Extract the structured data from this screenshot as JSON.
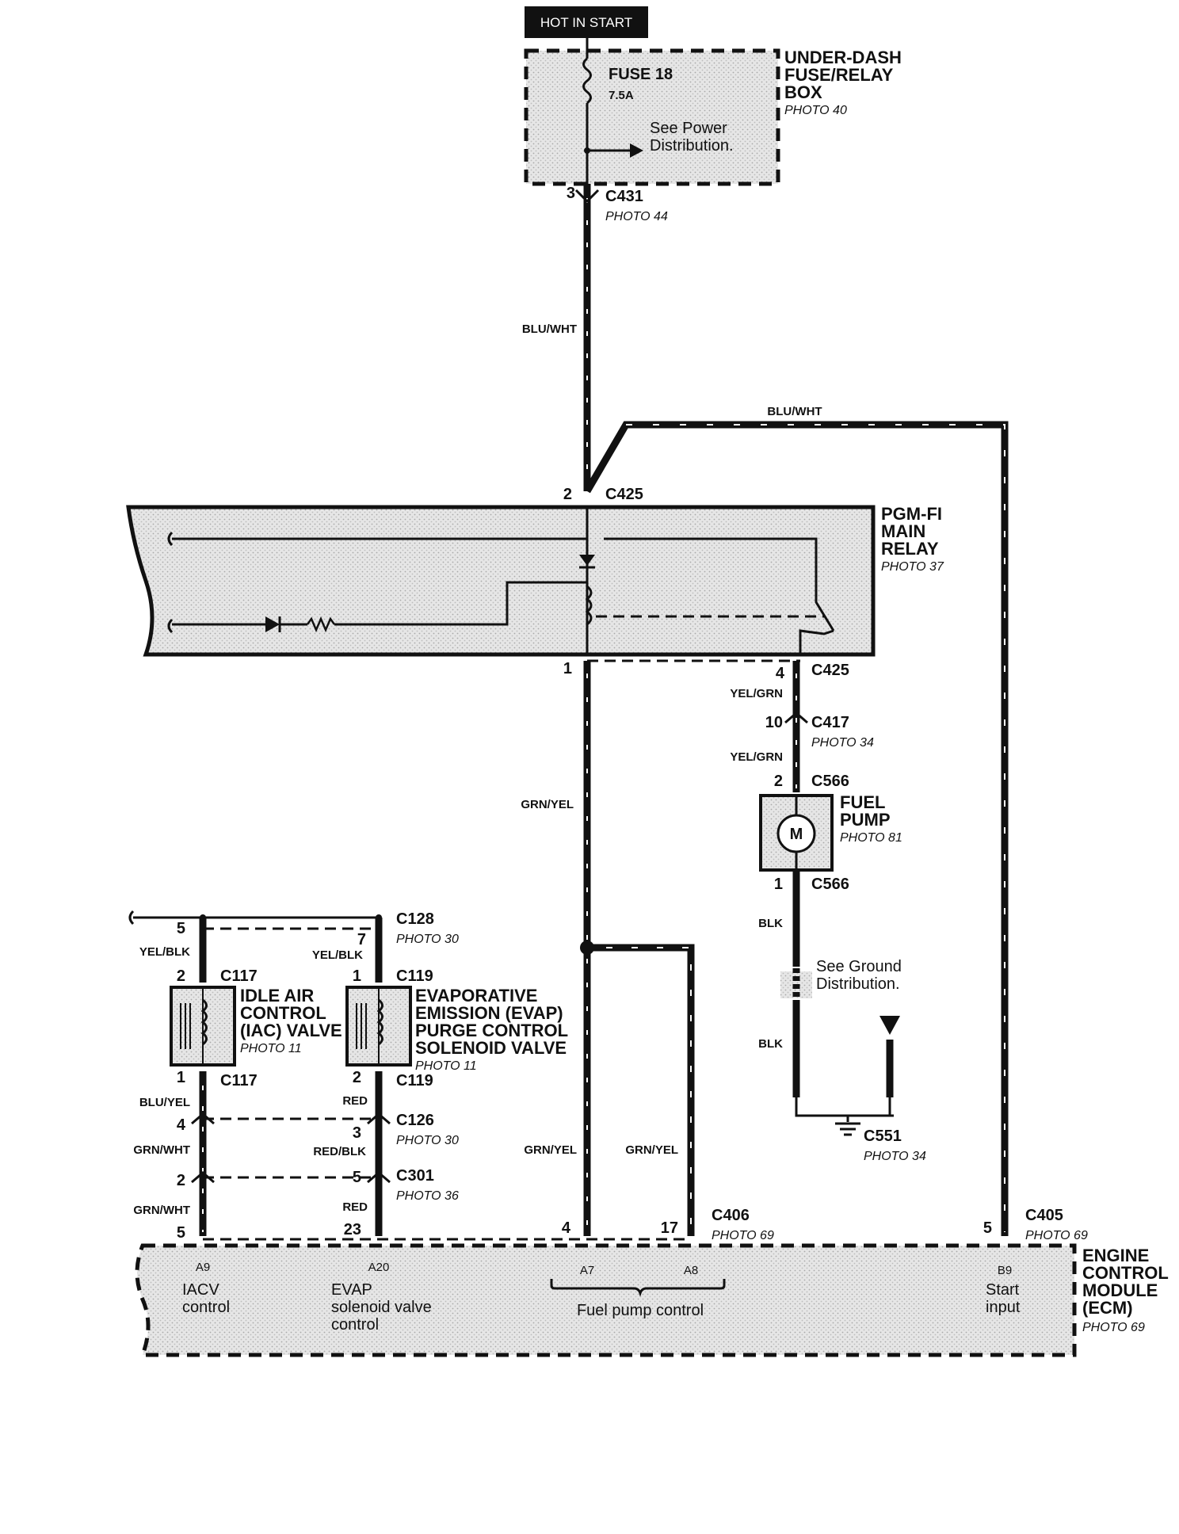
{
  "power_source": {
    "label": "HOT IN START"
  },
  "fuse_box": {
    "name_lines": [
      "UNDER-DASH",
      "FUSE/RELAY",
      "BOX"
    ],
    "photo": "PHOTO 40",
    "fuse_name": "FUSE 18",
    "fuse_rating": "7.5A",
    "see_note_lines": [
      "See Power",
      "Distribution."
    ]
  },
  "c431": {
    "pin": "3",
    "name": "C431",
    "photo": "PHOTO 44"
  },
  "wires": {
    "blu_wht_left": "BLU/WHT",
    "blu_wht_top": "BLU/WHT",
    "grn_yel_main": "GRN/YEL",
    "grn_yel_a7": "GRN/YEL",
    "grn_yel_a8": "GRN/YEL",
    "yel_grn_1": "YEL/GRN",
    "yel_grn_2": "YEL/GRN",
    "blk_1": "BLK",
    "blk_2": "BLK",
    "yel_blk_iac": "YEL/BLK",
    "yel_blk_evap": "YEL/BLK",
    "blu_yel": "BLU/YEL",
    "red_1": "RED",
    "red_blk": "RED/BLK",
    "red_2": "RED",
    "grn_wht_1": "GRN/WHT",
    "grn_wht_2": "GRN/WHT"
  },
  "main_relay": {
    "name_lines": [
      "PGM-FI",
      "MAIN",
      "RELAY"
    ],
    "photo": "PHOTO 37",
    "pin_top": "2",
    "conn_top": "C425",
    "pin_bottom_left": "1",
    "pin_bottom_right": "4",
    "conn_bottom": "C425"
  },
  "c417": {
    "pin": "10",
    "name": "C417",
    "photo": "PHOTO 34"
  },
  "fuel_pump": {
    "name_lines": [
      "FUEL",
      "PUMP"
    ],
    "photo": "PHOTO 81",
    "pin_top": "2",
    "conn_top": "C566",
    "pin_bottom": "1",
    "conn_bottom": "C566",
    "motor_symbol": "M"
  },
  "ground_note_lines": [
    "See Ground",
    "Distribution."
  ],
  "c551": {
    "name": "C551",
    "photo": "PHOTO 34"
  },
  "c128": {
    "pin_iac": "5",
    "pin_evap": "7",
    "name": "C128",
    "photo": "PHOTO 30"
  },
  "iac_valve": {
    "pin_top": "2",
    "conn_top": "C117",
    "name_lines": [
      "IDLE AIR",
      "CONTROL",
      "(IAC) VALVE"
    ],
    "photo": "PHOTO 11",
    "pin_bottom": "1",
    "conn_bottom": "C117"
  },
  "evap_valve": {
    "pin_top": "1",
    "conn_top": "C119",
    "name_lines": [
      "EVAPORATIVE",
      "EMISSION (EVAP)",
      "PURGE CONTROL",
      "SOLENOID VALVE"
    ],
    "photo": "PHOTO 11",
    "pin_bottom": "2",
    "conn_bottom": "C119"
  },
  "c126": {
    "pin_iac": "4",
    "pin_evap": "3",
    "name": "C126",
    "photo": "PHOTO 30"
  },
  "c301": {
    "pin_iac": "2",
    "pin_evap": "5",
    "name": "C301",
    "photo": "PHOTO 36"
  },
  "c406": {
    "pin_iac": "5",
    "pin_evap": "23",
    "pin_a7": "4",
    "pin_a8": "17",
    "name": "C406",
    "photo": "PHOTO 69"
  },
  "c405": {
    "pin": "5",
    "name": "C405",
    "photo": "PHOTO 69"
  },
  "ecm": {
    "name_lines": [
      "ENGINE",
      "CONTROL",
      "MODULE",
      "(ECM)"
    ],
    "photo": "PHOTO 69",
    "term_a9": "A9",
    "term_a20": "A20",
    "term_a7": "A7",
    "term_a8": "A8",
    "term_b9": "B9",
    "iacv_lines": [
      "IACV",
      "control"
    ],
    "evap_lines": [
      "EVAP",
      "solenoid valve",
      "control"
    ],
    "fuel_pump_control": "Fuel pump control",
    "start_lines": [
      "Start",
      "input"
    ]
  }
}
